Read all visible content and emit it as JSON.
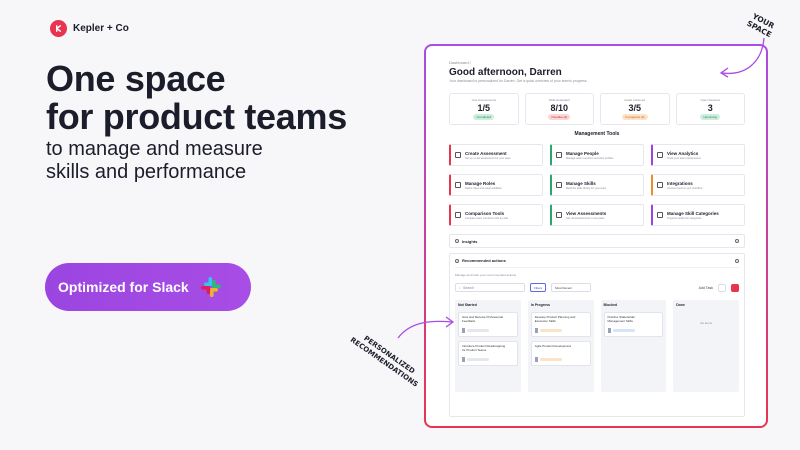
{
  "brand": {
    "name": "Kepler + Co"
  },
  "headline": [
    "One space",
    "for product teams"
  ],
  "subhead": [
    "to manage and measure",
    "skills and performance"
  ],
  "cta": {
    "label": "Optimized for Slack"
  },
  "annotations": {
    "top_right": [
      "YOUR",
      "SPACE"
    ],
    "bottom_left": [
      "PERSONALIZED",
      "RECOMMENDATIONS"
    ]
  },
  "app": {
    "breadcrumb": "Dashboard /",
    "greeting": "Good afternoon, Darren",
    "greeting_sub": "Your dashboard is personalized for Darren. Get a quick overview of your team's progress.",
    "stats": [
      {
        "label": "Your Assessments",
        "value": "1/5",
        "badge": "Completed",
        "tone": "green"
      },
      {
        "label": "Skills Evaluated",
        "value": "8/10",
        "badge": "Overdue (2)",
        "tone": "red"
      },
      {
        "label": "Goals Achieved",
        "value": "3/5",
        "badge": "In progress (2)",
        "tone": "orange"
      },
      {
        "label": "Open Reviews",
        "value": "3",
        "badge": "Upcoming",
        "tone": "green"
      }
    ],
    "management_title": "Management Tools",
    "tools": [
      {
        "title": "Create Assessment",
        "desc": "Set up a new assessment for your team",
        "color": "red"
      },
      {
        "title": "Manage People",
        "desc": "Manage team members and their profiles",
        "color": "green"
      },
      {
        "title": "View Analytics",
        "desc": "Track your team performance",
        "color": "purple"
      },
      {
        "title": "Manage Roles",
        "desc": "Define roles and responsibilities",
        "color": "red"
      },
      {
        "title": "Manage Skills",
        "desc": "Build the skills library for your team",
        "color": "green"
      },
      {
        "title": "Integrations",
        "desc": "Connect tools to your workflow",
        "color": "orange"
      },
      {
        "title": "Comparison Tools",
        "desc": "Compare team members side by side",
        "color": "red"
      },
      {
        "title": "View Assessments",
        "desc": "See all assessments in one place",
        "color": "green"
      },
      {
        "title": "Manage Skill Categories",
        "desc": "Organize skills into categories",
        "color": "purple"
      }
    ],
    "insights_title": "Insights",
    "recommended": {
      "title": "Recommended actions",
      "desc": "Manage and track your recommended actions",
      "search_placeholder": "Search",
      "filter_label": "Filters",
      "sort_label": "Most Recent",
      "sort_caption": "Sort by",
      "add_task": "Add Task"
    },
    "board": [
      {
        "title": "Not Started",
        "cards": [
          {
            "text": "Give and Receive Professional Feedback",
            "bar": "gray"
          },
          {
            "text": "Introduce Product Roadmapping for Product Teams",
            "bar": "gray"
          }
        ]
      },
      {
        "title": "In Progress",
        "cards": [
          {
            "text": "Develop Product Planning and Execution Skills",
            "bar": "orange"
          },
          {
            "text": "Agile Product Development",
            "bar": "orange"
          }
        ]
      },
      {
        "title": "Blocked",
        "cards": [
          {
            "text": "Practice Stakeholder Management Skills",
            "bar": "blue"
          }
        ]
      },
      {
        "title": "Done",
        "cards": [],
        "empty": "No items"
      }
    ]
  },
  "colors": {
    "brand_red": "#e8344f",
    "cta_purple": "#9b45e0",
    "frame_gradient_top": "#a84de6",
    "frame_gradient_bottom": "#e8344f"
  }
}
